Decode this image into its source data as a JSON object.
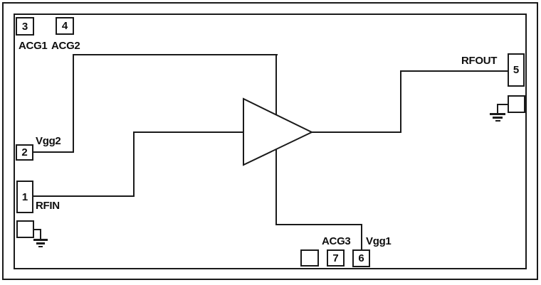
{
  "pins": {
    "pin3": {
      "number": "3",
      "label": "ACG1"
    },
    "pin4": {
      "number": "4",
      "label": "ACG2"
    },
    "pin2": {
      "number": "2",
      "label": "Vgg2"
    },
    "pin1": {
      "number": "1",
      "label": "RFIN"
    },
    "pin5": {
      "number": "5",
      "label": "RFOUT"
    },
    "pin7": {
      "number": "7",
      "label": "ACG3"
    },
    "pin6": {
      "number": "6",
      "label": "Vgg1"
    }
  },
  "icons": {
    "amplifier": "amplifier-triangle-icon",
    "ground": "ground-icon"
  },
  "colors": {
    "line": "#1a1a1a",
    "text": "#0f0f0f",
    "background": "#ffffff"
  }
}
